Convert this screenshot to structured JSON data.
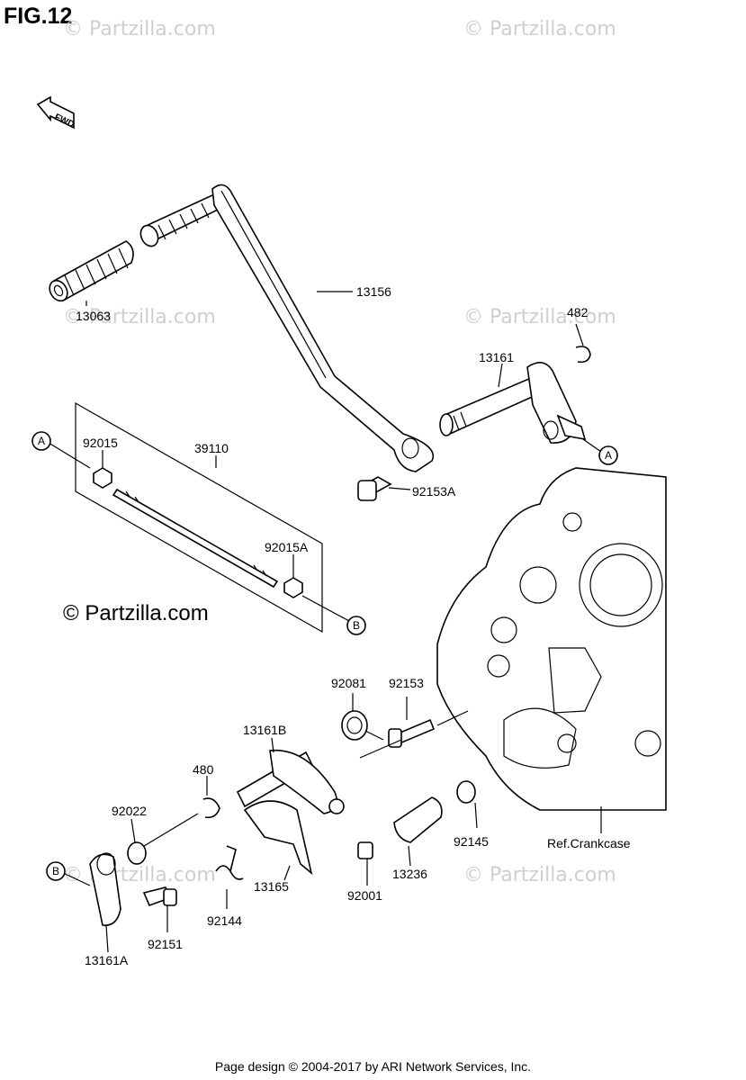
{
  "figure": {
    "title": "FIG.12",
    "fwd_text": "FWD"
  },
  "watermarks": {
    "text": "© Partzilla.com",
    "faint": "© Partzilla.com"
  },
  "labels": {
    "l13063": "13063",
    "l13156": "13156",
    "l482": "482",
    "l13161": "13161",
    "l92153A": "92153A",
    "l92015": "92015",
    "l39110": "39110",
    "l92015A": "92015A",
    "l92081": "92081",
    "l92153": "92153",
    "l13161B": "13161B",
    "l480": "480",
    "l92022": "92022",
    "l92145": "92145",
    "lRefCrankcase": "Ref.Crankcase",
    "l13236": "13236",
    "l13165": "13165",
    "l92001": "92001",
    "l92144": "92144",
    "l92151": "92151",
    "l13161A": "13161A"
  },
  "callouts": {
    "a": "A",
    "b": "B"
  },
  "footer": "Page design © 2004-2017 by ARI Network Services, Inc."
}
